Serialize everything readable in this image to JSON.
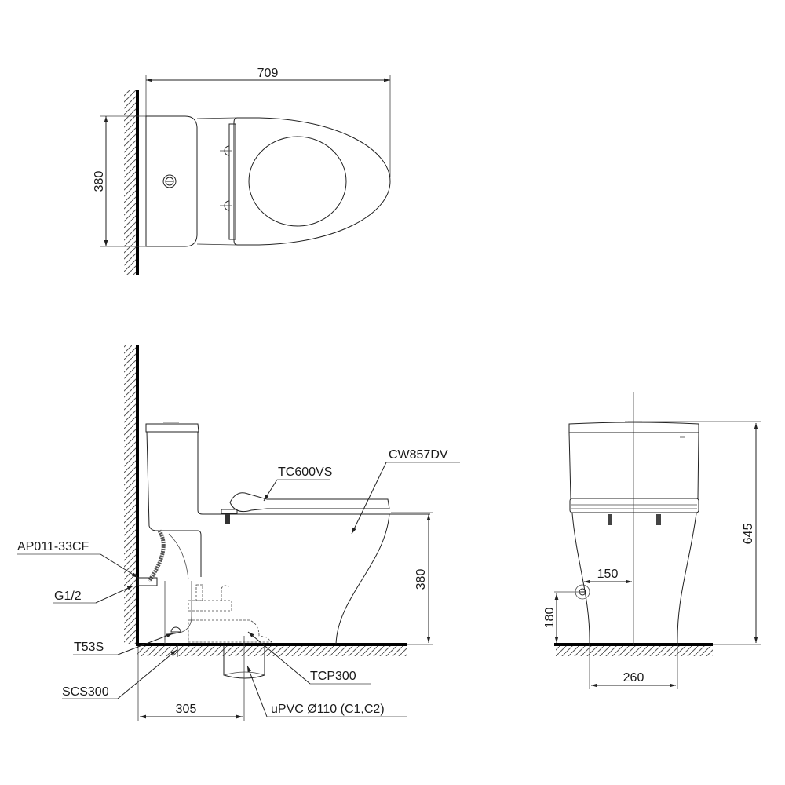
{
  "diagram": {
    "subject": "Two-piece toilet dimension drawing",
    "views": {
      "top": {
        "width_label": "709",
        "depth_label": "380"
      },
      "side": {
        "seat_height_label": "380",
        "rough_in_label": "305",
        "callouts": {
          "bowl": "CW857DV",
          "seat": "TC600VS",
          "supply_hose": "AP011-33CF",
          "inlet": "G1/2",
          "bolt": "T53S",
          "floor_flange": "SCS300",
          "adapter": "TCP300",
          "drain": "uPVC Ø110 (C1,C2)"
        }
      },
      "front": {
        "height_label": "645",
        "inlet_offset_label": "150",
        "inlet_height_label": "180",
        "base_width_label": "260"
      }
    },
    "colors": {
      "line": "#222222",
      "background": "#ffffff",
      "wall": "#000000"
    }
  }
}
